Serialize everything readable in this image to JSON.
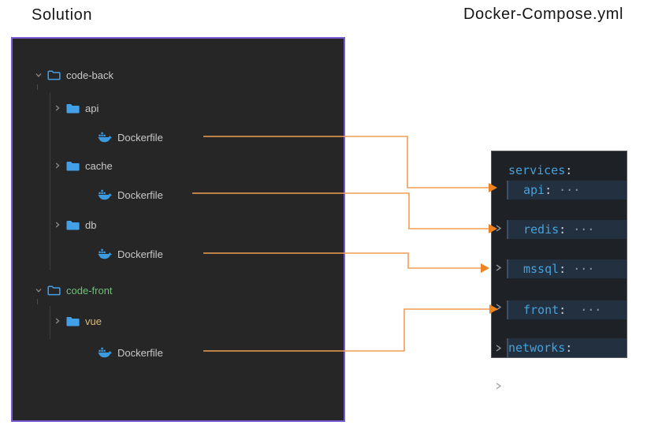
{
  "titles": {
    "left": "Solution",
    "right": "Docker-Compose.yml"
  },
  "file_tree": {
    "items": [
      {
        "label": "code-back",
        "type": "folder-open",
        "level": 0,
        "expanded": true,
        "color": "default"
      },
      {
        "label": "api",
        "type": "folder",
        "level": 1,
        "expanded": false,
        "color": "default"
      },
      {
        "label": "Dockerfile",
        "type": "dockerfile",
        "level": 2,
        "color": "default"
      },
      {
        "label": "cache",
        "type": "folder",
        "level": 1,
        "expanded": false,
        "color": "default"
      },
      {
        "label": "Dockerfile",
        "type": "dockerfile",
        "level": 2,
        "color": "default"
      },
      {
        "label": "db",
        "type": "folder",
        "level": 1,
        "expanded": false,
        "color": "default"
      },
      {
        "label": "Dockerfile",
        "type": "dockerfile",
        "level": 2,
        "color": "default"
      },
      {
        "label": "code-front",
        "type": "folder-open",
        "level": 0,
        "expanded": true,
        "color": "green"
      },
      {
        "label": "vue",
        "type": "folder",
        "level": 1,
        "expanded": false,
        "color": "tan"
      },
      {
        "label": "Dockerfile",
        "type": "dockerfile",
        "level": 2,
        "color": "default"
      }
    ]
  },
  "compose": {
    "lines": [
      {
        "text": "services",
        "colon": ":",
        "suffix": "",
        "highlighted": false,
        "chevron": false
      },
      {
        "text": "api",
        "colon": ":",
        "suffix": " ···",
        "highlighted": true,
        "chevron": true
      },
      {
        "text": "redis",
        "colon": ":",
        "suffix": " ···",
        "highlighted": true,
        "chevron": true
      },
      {
        "text": "mssql",
        "colon": ":",
        "suffix": " ···",
        "highlighted": true,
        "chevron": true
      },
      {
        "text": "front",
        "colon": ":",
        "suffix": "  ···",
        "highlighted": true,
        "chevron": true
      },
      {
        "text": "networks",
        "colon": ":",
        "suffix": "",
        "highlighted": true,
        "chevron": true
      }
    ]
  },
  "connections": [
    {
      "from": "code-back/api/Dockerfile",
      "to": "services.api"
    },
    {
      "from": "code-back/cache/Dockerfile",
      "to": "services.redis"
    },
    {
      "from": "code-back/db/Dockerfile",
      "to": "services.mssql"
    },
    {
      "from": "code-front/Dockerfile",
      "to": "services.front"
    }
  ],
  "colors": {
    "tree_panel_bg": "#262626",
    "tree_panel_border": "#7a5ad0",
    "tree_label": "#c9c9c9",
    "tree_label_green": "#6cc177",
    "tree_label_tan": "#d8ba7d",
    "folder_blue": "#42a0e8",
    "docker_blue": "#3b9ae0",
    "code_panel_bg": "#1e2227",
    "code_highlight_bg": "#233040",
    "code_key_blue": "#45a2dc",
    "code_dots_grey": "#8495a6",
    "connector_line": "#f19d55",
    "connector_arrow": "#ee8322"
  }
}
